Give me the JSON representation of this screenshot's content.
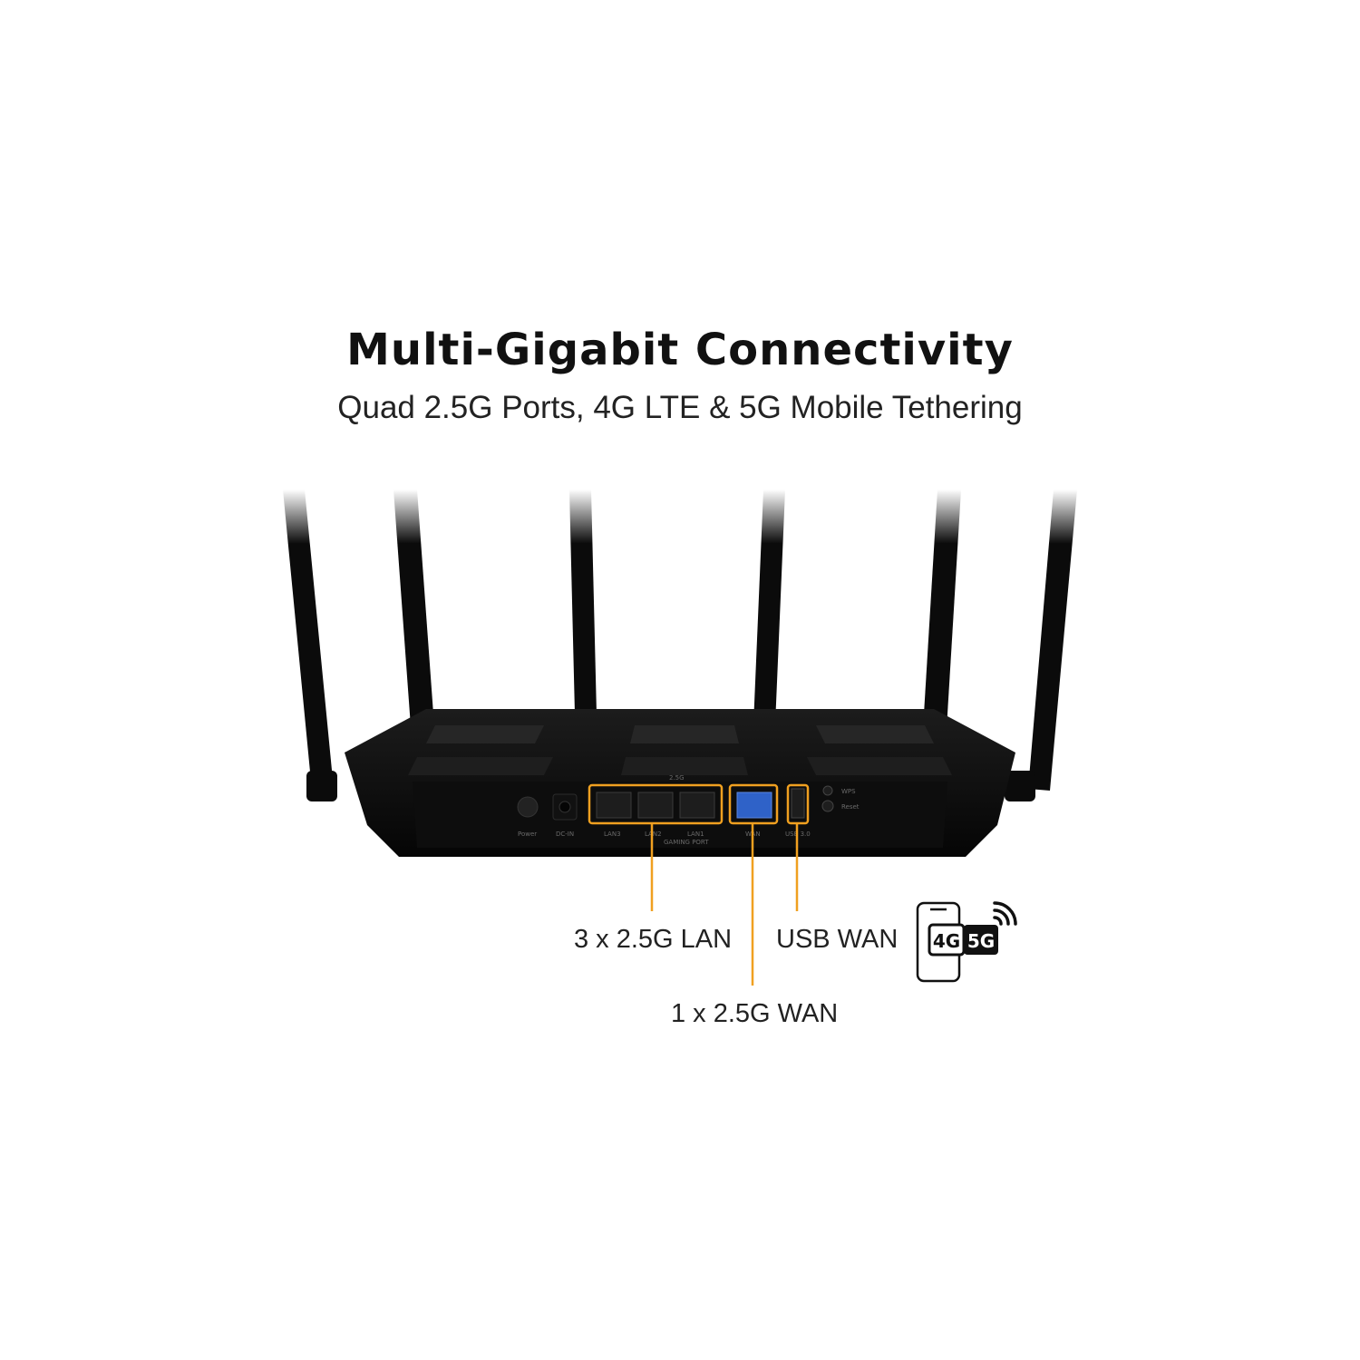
{
  "heading": {
    "title": "Multi-Gigabit Connectivity",
    "subtitle": "Quad 2.5G Ports, 4G LTE & 5G Mobile Tethering"
  },
  "callouts": {
    "lan": "3 x 2.5G LAN",
    "usb": "USB WAN",
    "wan": "1 x 2.5G WAN"
  },
  "badge": {
    "first": "4G",
    "second": "5G"
  },
  "panel_labels": {
    "power": "Power",
    "dcin": "DC-IN",
    "lan3": "LAN3",
    "lan2": "LAN2",
    "lan1": "LAN1",
    "gaming": "GAMING PORT",
    "wan": "WAN",
    "usb": "USB 3.0",
    "wps": "WPS",
    "reset": "Reset",
    "g25": "2.5G"
  },
  "colors": {
    "background": "#ffffff",
    "highlight": "#f0a020",
    "router": "#0b0b0b",
    "wan_port": "#2f62c8"
  }
}
